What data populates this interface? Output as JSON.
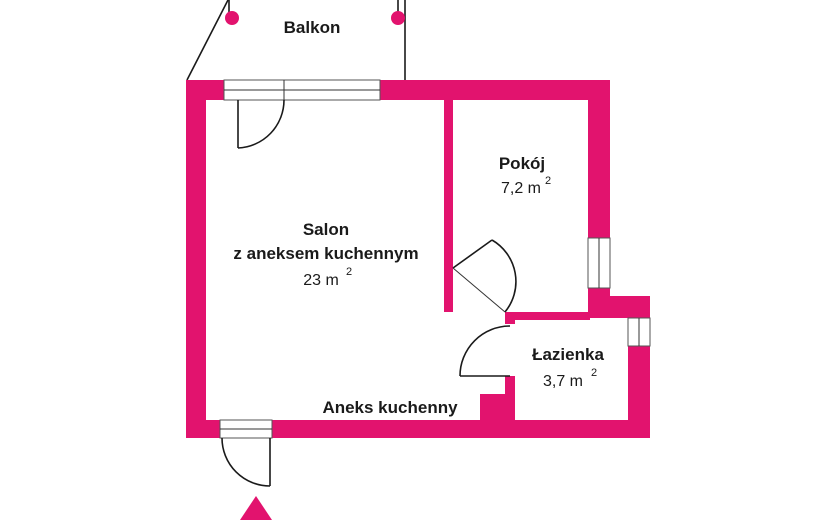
{
  "rooms": {
    "balcony": {
      "name": "Balkon"
    },
    "living": {
      "name": "Salon",
      "subtitle": "z aneksem kuchennym",
      "area": "23 m",
      "area_sup": "2"
    },
    "bedroom": {
      "name": "Pokój",
      "area": "7,2 m",
      "area_sup": "2"
    },
    "bathroom": {
      "name": "Łazienka",
      "area": "3,7 m",
      "area_sup": "2"
    },
    "kitchenette": {
      "name": "Aneks kuchenny"
    }
  },
  "colors": {
    "walls": "#e2136e",
    "lines": "#1a1a1a",
    "background": "#ffffff"
  },
  "icons": [
    "entrance-arrow-icon",
    "balcony-railing-post-icon"
  ]
}
